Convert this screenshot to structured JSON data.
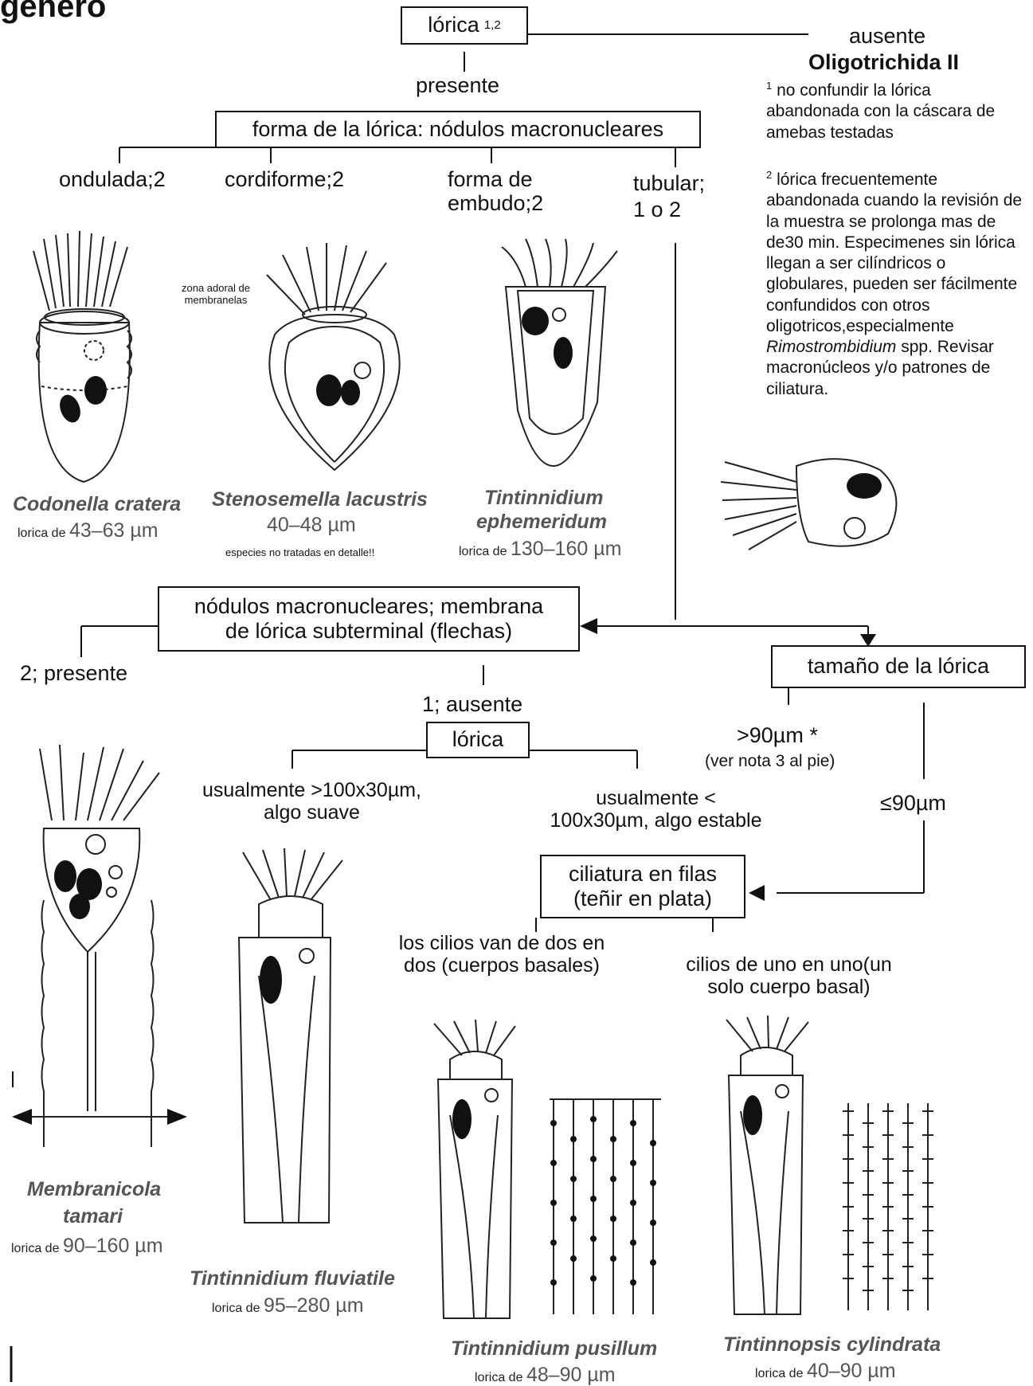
{
  "header_fragment": "genero",
  "nodes": {
    "lorica_top": {
      "text": "lórica",
      "sup": "1,2"
    },
    "presente": "presente",
    "ausente": "ausente",
    "oligotrichida": "Oligotrichida II",
    "forma": "forma de la lórica: nódulos macronucleares",
    "ondulada": "ondulada;2",
    "cordiforme": "cordiforme;2",
    "embudo": "forma de embudo;2",
    "tubular_1": "tubular;",
    "tubular_2": "1 o 2",
    "nodulos_1": "nódulos macronucleares; membrana",
    "nodulos_2": "de lórica subterminal (flechas)",
    "dos_presente": "2; presente",
    "uno_ausente": "1; ausente",
    "tamano": "tamaño de la lórica",
    "mayor90": ">90µm *",
    "ver_nota": "(ver nota 3 al pie)",
    "menor90": "≤90µm",
    "lorica_mid": "lórica",
    "usual_mayor_1": "usualmente >100x30µm,",
    "usual_mayor_2": "algo suave",
    "usual_menor_1": "usualmente <",
    "usual_menor_2": "100x30µm, algo estable",
    "ciliatura_1": "ciliatura en filas",
    "ciliatura_2": "(teñir en plata)",
    "cilios_dos_1": "los cilios van de dos en",
    "cilios_dos_2": "dos (cuerpos basales)",
    "cilios_uno_1": "cilios de uno en uno(un",
    "cilios_uno_2": "solo cuerpo basal)"
  },
  "notes": {
    "n1_mark": "1",
    "n1_text": "no confundir la lórica abandonada con la cáscara de amebas testadas",
    "n2_mark": "2",
    "n2_text_a": "lórica frecuentemente abandonada  cuando la revisión de la muestra se prolonga mas de de30 min. Especimenes sin lórica llegan a ser cilíndricos o globulares, pueden ser  fácilmente confundidos con otros oligotricos,especialmente ",
    "n2_italic": "Rimostrombidium",
    "n2_text_b": " spp. Revisar macronúcleos y/o patrones de ciliatura."
  },
  "annotations": {
    "zona_adoral": "zona adoral de membranelas",
    "no_tratadas": "especies no tratadas en detalle!!"
  },
  "species": {
    "codonella": {
      "name": "Codonella cratera",
      "prefix": "lorica de",
      "size": "43–63 µm"
    },
    "stenosemella": {
      "name": "Stenosemella lacustris",
      "size": "40–48 µm"
    },
    "tintinnidium_eph": {
      "name_1": "Tintinnidium",
      "name_2": "ephemeridum",
      "prefix": "lorica de",
      "size": "130–160 µm"
    },
    "membranicola": {
      "name_1": "Membranicola",
      "name_2": "tamari",
      "prefix": "lorica de",
      "size": "90–160 µm"
    },
    "fluviatile": {
      "name": "Tintinnidium fluviatile",
      "prefix": "lorica de",
      "size": "95–280 µm"
    },
    "pusillum": {
      "name": "Tintinnidium pusillum",
      "prefix": "lorica de",
      "size": "48–90 µm"
    },
    "cylindrata": {
      "name": "Tintinnopsis cylindrata",
      "prefix": "lorica de",
      "size": "40–90 µm"
    }
  }
}
